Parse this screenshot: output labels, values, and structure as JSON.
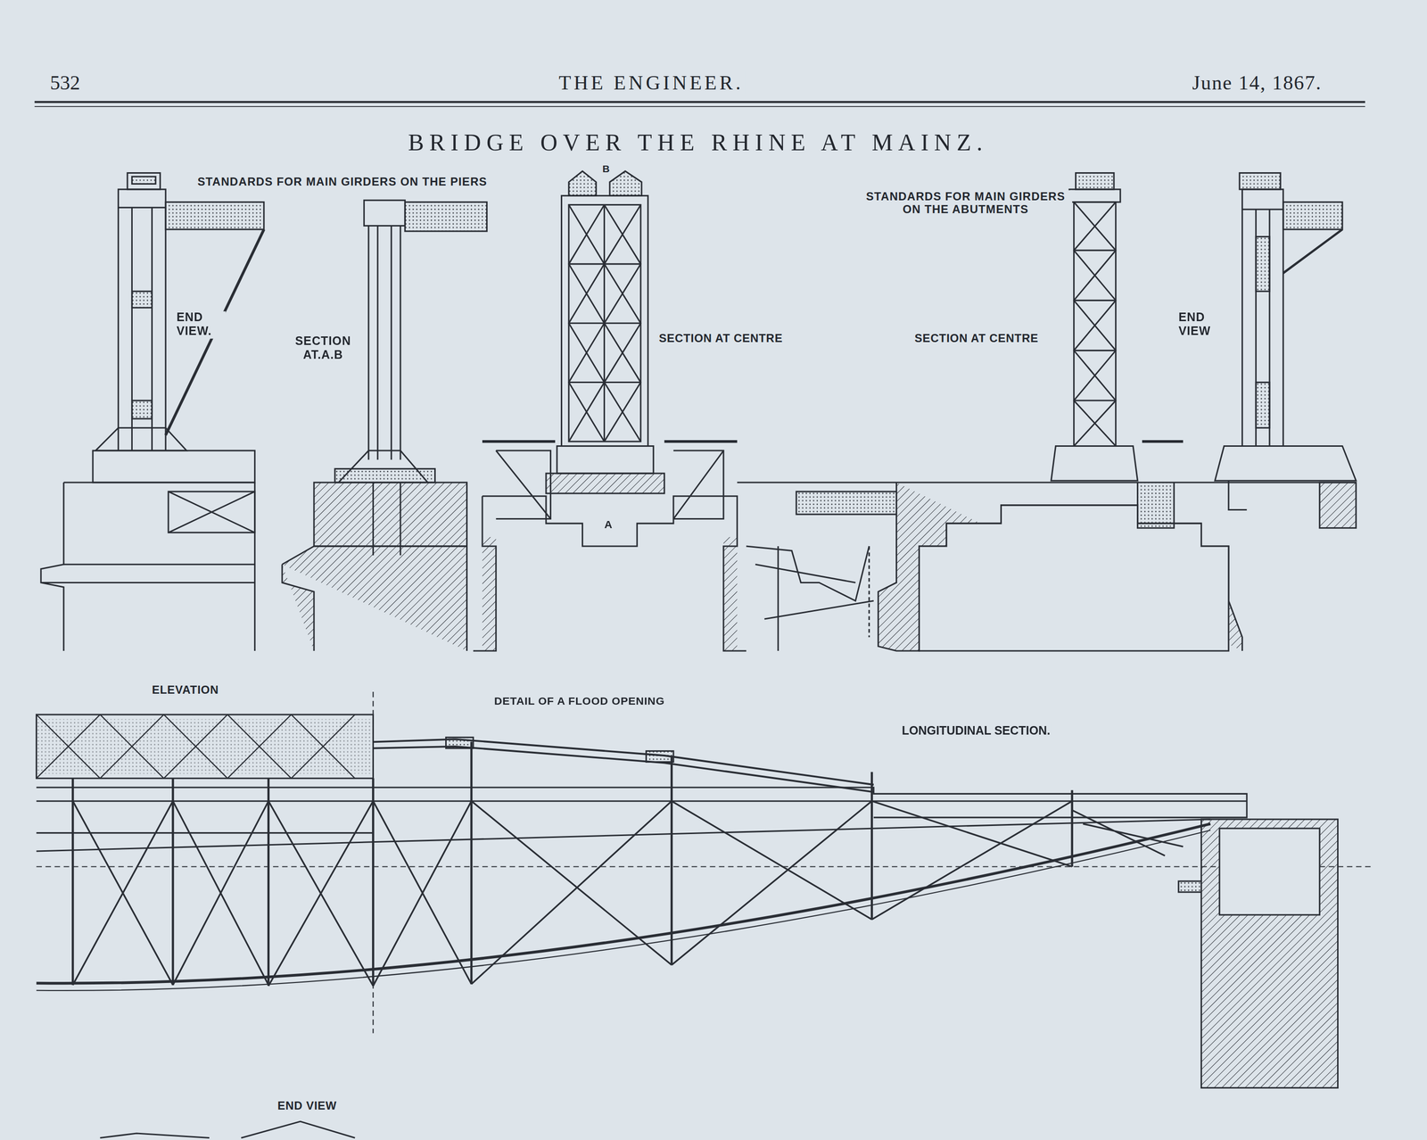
{
  "diagram": {
    "title": "BRIDGE OVER THE RHINE AT MAINZ.",
    "labels": [
      "532",
      "THE ENGINEER.",
      "June 14, 1867.",
      "STANDARDS FOR MAIN GIRDERS ON THE PIERS",
      "END VIEW.",
      "SECTION AT.A.B",
      "B",
      "SECTION AT CENTRE",
      "A",
      "STANDARDS FOR MAIN GIRDERS ON THE ABUTMENTS",
      "SECTION AT CENTRE",
      "END VIEW",
      "ELEVATION",
      "DETAIL OF A FLOOD OPENING",
      "LONGITUDINAL SECTION.",
      "END VIEW"
    ]
  }
}
